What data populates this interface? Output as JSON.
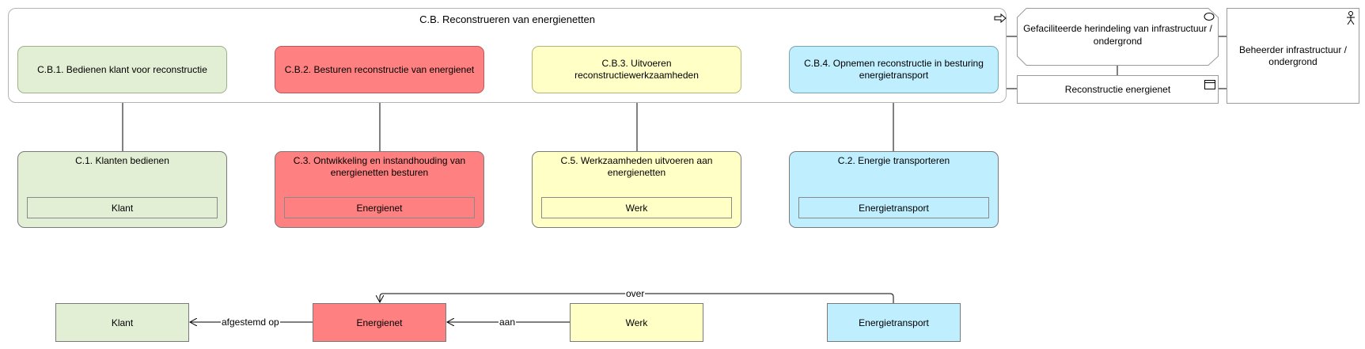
{
  "group": {
    "title": "C.B. Reconstrueren van energienetten",
    "icon": "process-arrow-icon"
  },
  "processes": [
    {
      "id": "cb1",
      "label": "C.B.1. Bedienen klant voor reconstructie"
    },
    {
      "id": "cb2",
      "label": "C.B.2. Besturen reconstructie van energienet"
    },
    {
      "id": "cb3",
      "label": "C.B.3. Uitvoeren reconstructiewerkzaamheden"
    },
    {
      "id": "cb4",
      "label": "C.B.4. Opnemen reconstructie in besturing energietransport"
    }
  ],
  "functions": [
    {
      "id": "c1",
      "label": "C.1. Klanten bedienen",
      "inner": "Klant"
    },
    {
      "id": "c3",
      "label": "C.3. Ontwikkeling en instandhouding van energienetten besturen",
      "inner": "Energienet"
    },
    {
      "id": "c5",
      "label": "C.5. Werkzaamheden uitvoeren aan energienetten",
      "inner": "Werk"
    },
    {
      "id": "c2",
      "label": "C.2. Energie transporteren",
      "inner": "Energietransport"
    }
  ],
  "event": {
    "label": "Gefaciliteerde herindeling van infrastructuur / ondergrond",
    "icon": "event-icon"
  },
  "object": {
    "label": "Reconstructie energienet",
    "icon": "object-icon"
  },
  "actor": {
    "label": "Beheerder infrastructuur / ondergrond",
    "icon": "actor-icon"
  },
  "data_objects": [
    {
      "id": "klant",
      "label": "Klant"
    },
    {
      "id": "energienet",
      "label": "Energienet"
    },
    {
      "id": "werk",
      "label": "Werk"
    },
    {
      "id": "energietransport",
      "label": "Energietransport"
    }
  ],
  "relations": {
    "afgestemd_op": "afgestemd op",
    "aan": "aan",
    "over": "over"
  },
  "colors": {
    "green": "#e3efd4",
    "red": "#ff8080",
    "yellow": "#ffffc6",
    "blue": "#bfeeff"
  }
}
